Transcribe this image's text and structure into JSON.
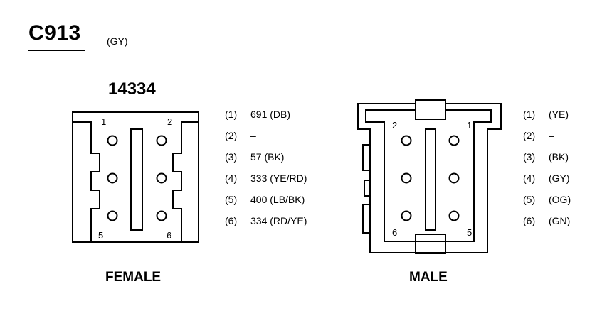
{
  "connector": {
    "id": "C913",
    "color": "(GY)",
    "part_number": "14334"
  },
  "female": {
    "caption": "FEMALE",
    "corner_labels": {
      "top_left": "1",
      "top_right": "2",
      "bottom_left": "5",
      "bottom_right": "6"
    },
    "pins": [
      {
        "num": "(1)",
        "desc": "691 (DB)"
      },
      {
        "num": "(2)",
        "desc": "–"
      },
      {
        "num": "(3)",
        "desc": "57 (BK)"
      },
      {
        "num": "(4)",
        "desc": "333 (YE/RD)"
      },
      {
        "num": "(5)",
        "desc": "400 (LB/BK)"
      },
      {
        "num": "(6)",
        "desc": "334 (RD/YE)"
      }
    ]
  },
  "male": {
    "caption": "MALE",
    "corner_labels": {
      "top_left": "2",
      "top_right": "1",
      "bottom_left": "6",
      "bottom_right": "5"
    },
    "pins": [
      {
        "num": "(1)",
        "desc": "(YE)"
      },
      {
        "num": "(2)",
        "desc": "–"
      },
      {
        "num": "(3)",
        "desc": "(BK)"
      },
      {
        "num": "(4)",
        "desc": "(GY)"
      },
      {
        "num": "(5)",
        "desc": "(OG)"
      },
      {
        "num": "(6)",
        "desc": "(GN)"
      }
    ]
  }
}
